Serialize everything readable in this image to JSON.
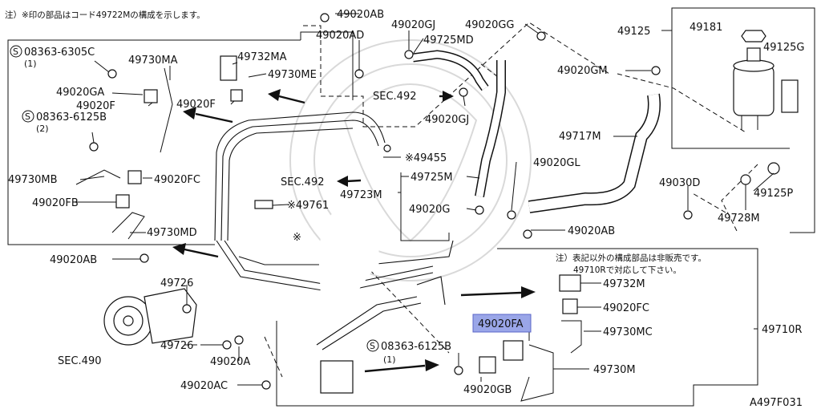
{
  "header_note": "注）※印の部品はコード49722Mの構成を示します。",
  "note_right_line1": "注）表記以外の構成部品は非販売です。",
  "note_right_line2": "49710Rで対応して下さい。",
  "diagram_code": "A497F031",
  "highlighted_part": "49020FA",
  "labels": {
    "p49020AB_top": "49020AB",
    "p49020AD": "49020AD",
    "p49020GJ_top": "49020GJ",
    "p49020GG": "49020GG",
    "p49725MD": "49725MD",
    "p49125": "49125",
    "p49181": "49181",
    "p49125G": "49125G",
    "p08363_6305C": "08363-6305C",
    "qty1_a": "(1)",
    "p49730MA": "49730MA",
    "p49732MA": "49732MA",
    "p49730ME": "49730ME",
    "p49020GA": "49020GA",
    "p49020F_a": "49020F",
    "p49020F_b": "49020F",
    "sec492_a": "SEC.492",
    "p49020GJ_mid": "49020GJ",
    "p49020GM": "49020GM",
    "p08363_6125B_a": "08363-6125B",
    "qty2": "(2)",
    "p49717M": "49717M",
    "x49455": "※49455",
    "sec492_b": "SEC.492",
    "p49730MB": "49730MB",
    "p49020FC_a": "49020FC",
    "p49725M": "49725M",
    "p49020GL": "49020GL",
    "p49030D": "49030D",
    "p49125P": "49125P",
    "p49723M": "49723M",
    "p49020FB": "49020FB",
    "x49761": "※49761",
    "p49020G": "49020G",
    "p49728M": "49728M",
    "p49730MD": "49730MD",
    "x_mark": "※",
    "p49020AB_right": "49020AB",
    "p49020AB_left": "49020AB",
    "p49726_a": "49726",
    "p49732M": "49732M",
    "p49020FC_b": "49020FC",
    "p49020FA": "49020FA",
    "p49730MC": "49730MC",
    "p49710R": "49710R",
    "sec490": "SEC.490",
    "p49726_b": "49726",
    "p08363_6125B_b": "08363-6125B",
    "qty1_b": "(1)",
    "p49020A": "49020A",
    "p49730M": "49730M",
    "p49020AC": "49020AC",
    "p49020GB": "49020GB"
  },
  "bolt_marker": "S"
}
